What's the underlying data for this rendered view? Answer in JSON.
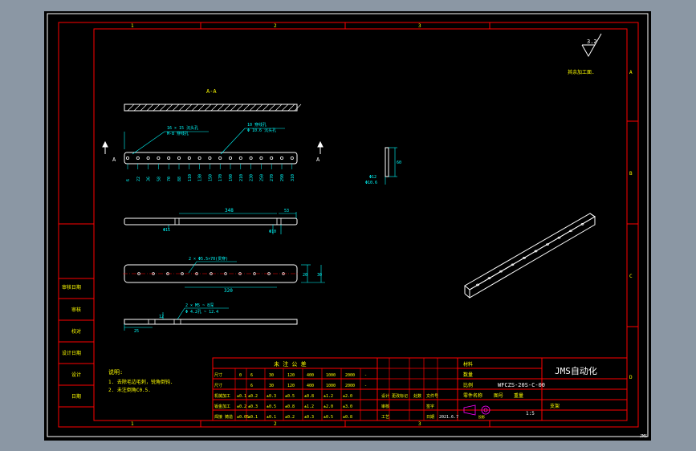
{
  "colors": {
    "background": "#000000",
    "frame": "#ffffff",
    "border": "#ff0000",
    "text": "#ffff00",
    "dimension": "#00ffff",
    "geometry": "#ffffff",
    "title_accent": "#ff00ff"
  },
  "grid": {
    "cols_top": [
      "1",
      "2",
      "3"
    ],
    "cols_bottom": [
      "1",
      "2",
      "3"
    ],
    "rows_right": [
      "A",
      "B",
      "C",
      "D"
    ]
  },
  "drawing": {
    "section_label": "A-A",
    "surface_finish": "3.2",
    "surface_note": "其余加工面.",
    "section_marks": [
      "A",
      "A"
    ],
    "hole_callouts": [
      "16 × 15 沉头孔",
      "M-8 穿线孔",
      "10 穿线孔",
      "Φ 10.6 沉头孔"
    ],
    "bottom_dims": [
      "6",
      "22",
      "36",
      "58",
      "70",
      "88",
      "110",
      "130",
      "150",
      "170",
      "190",
      "210",
      "230",
      "250",
      "270",
      "290",
      "310"
    ],
    "side_dims": [
      "60",
      "Φ12",
      "Φ10.6"
    ],
    "top_view_dims": [
      "348",
      "53",
      "Φ11",
      "Φ10"
    ],
    "front_view_callout": "2 × Φ5.5×70(贯穿)",
    "front_view_dims": [
      "320",
      "20",
      "30"
    ],
    "bottom_view_callout": [
      "2 × M5 ~ 8深",
      "Φ 4.2孔 ~ 12.4"
    ],
    "bottom_view_dims": [
      "12",
      "25"
    ]
  },
  "notes": {
    "heading": "说明:",
    "lines": [
      "1. 去除毛边毛刺，锐角倒钝.",
      "2. 未注倒角C0.5."
    ]
  },
  "left_column": [
    "审核日期",
    "审核",
    "校对",
    "设计日期",
    "设计",
    "日期"
  ],
  "tolerance_table": {
    "title": "未 注 公 差",
    "header": [
      "尺寸",
      "0",
      "6",
      "30",
      "120",
      "400",
      "1000",
      "2000",
      "-"
    ],
    "row_label": [
      "尺寸",
      "6",
      "30",
      "120",
      "400",
      "1000",
      "2000",
      "-"
    ],
    "rows": [
      [
        "机械加工",
        "±0.1",
        "±0.2",
        "±0.3",
        "±0.5",
        "±0.8",
        "±1.2",
        "±2.0"
      ],
      [
        "钣金加工",
        "±0.2",
        "±0.3",
        "±0.5",
        "±0.8",
        "±1.2",
        "±2.0",
        "±3.0"
      ],
      [
        "焊接 铸造",
        "±0.05",
        "±0.1",
        "±0.1",
        "±0.2",
        "±0.3",
        "±0.5",
        "±0.8"
      ]
    ]
  },
  "title_block": {
    "mid_labels": [
      "设计",
      "审核",
      "工艺"
    ],
    "mid_labels2": [
      "更改标记",
      "处数",
      "文件号"
    ],
    "date_labels": [
      "签字",
      "日期"
    ],
    "material_label": "材料",
    "qty_label": "数量",
    "scale_label": "比例",
    "part_label": "零件名称",
    "drawing_no_label": "图号",
    "weight_label": "重量",
    "company": "JMS自动化",
    "drawing_no": "WFCZS-20S-C-00",
    "part_name": "支架",
    "sheet": "1:5",
    "approval_date": "2021.6.7",
    "symbol": "投影"
  },
  "corner_mark": "JMS"
}
